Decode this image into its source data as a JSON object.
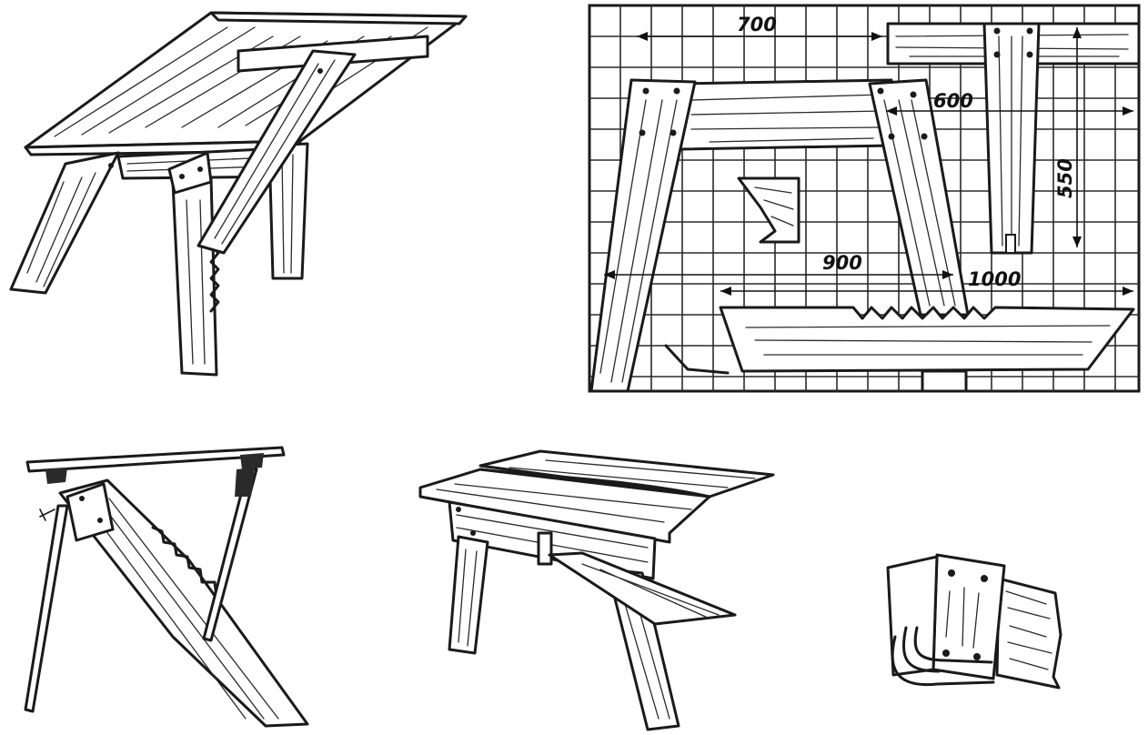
{
  "drawing": {
    "dimensions": {
      "d700": "700",
      "d600": "600",
      "d550": "550",
      "d900": "900",
      "d1000": "1000"
    }
  },
  "colors": {
    "ink": "#1a1a1a",
    "paper": "#ffffff"
  }
}
